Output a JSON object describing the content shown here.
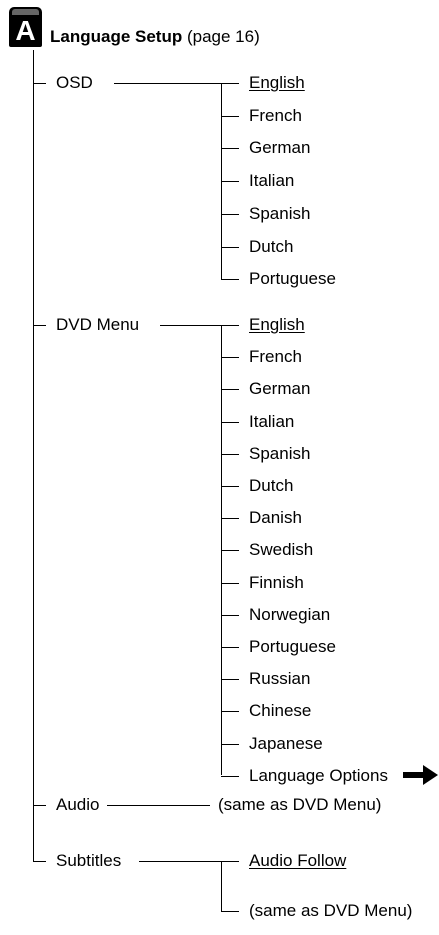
{
  "header": {
    "badge_letter": "A",
    "title": "Language Setup",
    "page_ref": "(page 16)"
  },
  "osd": {
    "label": "OSD",
    "options": [
      "English",
      "French",
      "German",
      "Italian",
      "Spanish",
      "Dutch",
      "Portuguese"
    ]
  },
  "dvd_menu": {
    "label": "DVD Menu",
    "options": [
      "English",
      "French",
      "German",
      "Italian",
      "Spanish",
      "Dutch",
      "Danish",
      "Swedish",
      "Finnish",
      "Norwegian",
      "Portuguese",
      "Russian",
      "Chinese",
      "Japanese",
      "Language Options"
    ]
  },
  "audio": {
    "label": "Audio",
    "value": "(same as DVD Menu)"
  },
  "subtitles": {
    "label": "Subtitles",
    "options": [
      "Audio Follow",
      "(same as DVD Menu)"
    ]
  },
  "icons": {
    "arrow": "right-arrow-icon"
  },
  "colors": {
    "ink": "#000000",
    "background": "#ffffff"
  }
}
